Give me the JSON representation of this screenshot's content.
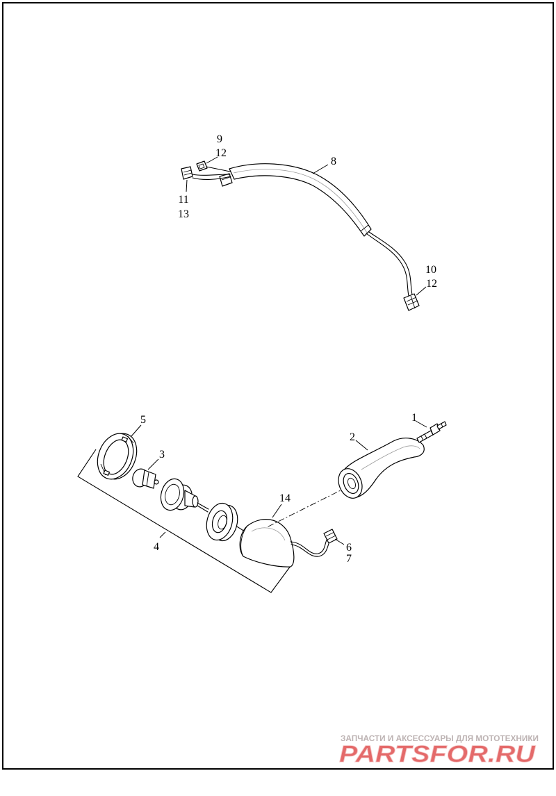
{
  "diagram": {
    "callouts": [
      "9",
      "12",
      "11",
      "13",
      "8",
      "10",
      "12",
      "5",
      "3",
      "1",
      "2",
      "14",
      "4",
      "6",
      "7"
    ]
  },
  "watermark": {
    "tagline": "ЗАПЧАСТИ И АКСЕССУАРЫ ДЛЯ МОТОТЕХНИКИ",
    "logo": "PARTSFOR.RU"
  },
  "colors": {
    "lines": "#000000",
    "watermark_logo": "#e46a6a",
    "watermark_tagline": "#bdb3b3"
  }
}
